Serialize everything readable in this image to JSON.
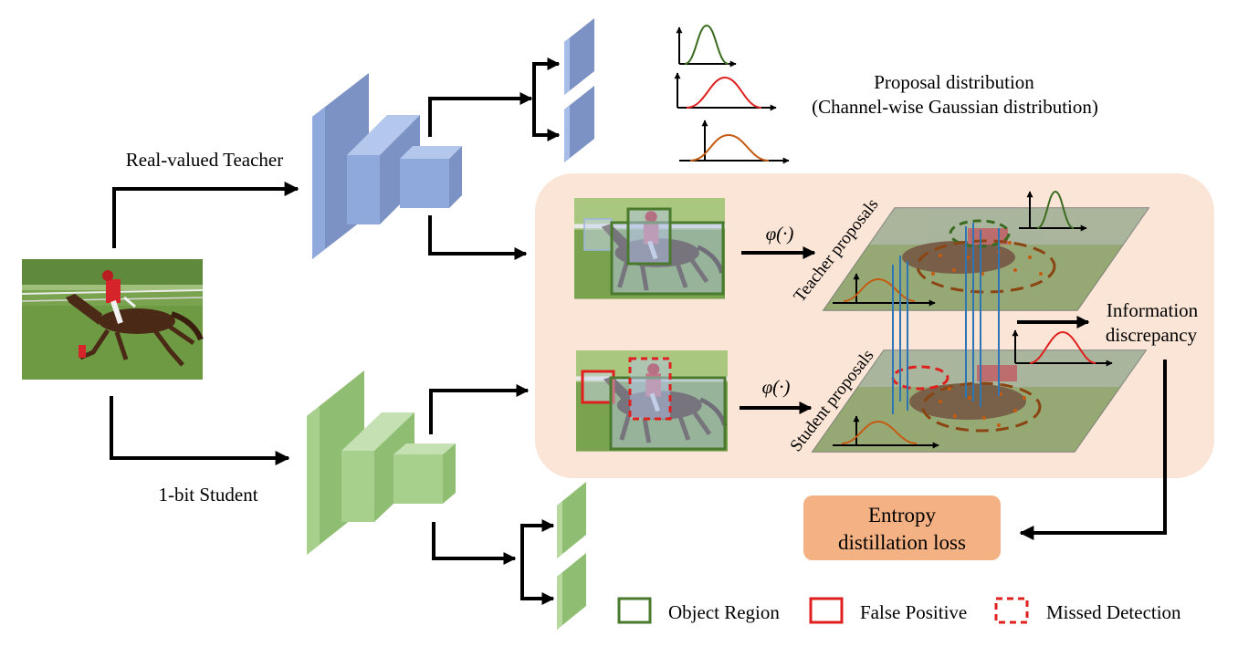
{
  "labels": {
    "teacher": "Real-valued Teacher",
    "student": "1-bit Student",
    "proposal_line1": "Proposal distribution",
    "proposal_line2": "(Channel-wise Gaussian distribution)",
    "teacher_proposals": "Teacher proposals",
    "student_proposals": "Student proposals",
    "phi_top": "φ(·)",
    "phi_bottom": "φ(·)",
    "info_line1": "Information",
    "info_line2": "discrepancy",
    "loss_line1": "Entropy",
    "loss_line2": "distillation loss"
  },
  "legend": [
    {
      "label": "Object Region",
      "color": "#4a7a2e",
      "style": "solid"
    },
    {
      "label": "False Positive",
      "color": "#e0201e",
      "style": "solid"
    },
    {
      "label": "Missed Detection",
      "color": "#e0201e",
      "style": "dashed"
    }
  ],
  "colors": {
    "teacher_block": "#8fa9dc",
    "student_block": "#a8d08d",
    "panel": "#fbe5d6",
    "loss_box": "#f4b183",
    "gaussian_green": "#3b6b20",
    "gaussian_red": "#e0201e",
    "gaussian_orange": "#c55a11"
  },
  "icons": {
    "input_image": "horse-rider-photo",
    "block": "3d-feature-block"
  }
}
